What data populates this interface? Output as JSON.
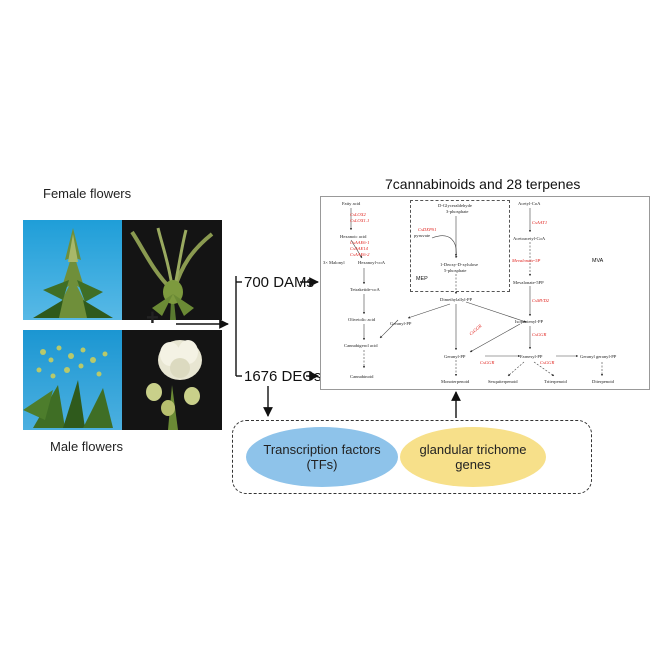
{
  "left": {
    "female_label": "Female flowers",
    "male_label": "Male flowers",
    "plus": "+"
  },
  "middle": {
    "dams": "700 DAMs",
    "degs": "1676 DEGs"
  },
  "pathway": {
    "title": "7cannabinoids and 28 terpenes",
    "mep": "MEP",
    "mva": "MVA",
    "nodes": {
      "fatty_acid": "Fatty acid",
      "hexanoic_acid": "Hexanoic acid",
      "malonyl": "3× Malonyl",
      "hexanoyl_coa": "Hexanoyl-coA",
      "tetraketide": "Tetraketide-coA",
      "olivetolic": "Olivetolic acid",
      "cannabigerol": "Cannabigerol acid",
      "cannabinoid": "Cannabinoid",
      "g3p_1": "D-Glyceraldehyde",
      "g3p_2": "3-phosphate",
      "pyruvate": "pyruvate",
      "dxp_1": "1-Deoxy-D-xylulose",
      "dxp_2": "5-phosphate",
      "dmapp": "Dimethylallyl-PP",
      "geranyl_pp_left": "Geranyl-PP",
      "geranyl_pp": "Geranyl-PP",
      "monoterpenoid": "Monoterpenoid",
      "acetyl_coa": "Acetyl-CoA",
      "acetoacetyl": "Acetoacetyl-CoA",
      "mevalonate_5pp": "Mevalonate-5PP",
      "ipp": "Isopentenyl-PP",
      "farnesyl_pp": "Farnesyl-PP",
      "ggpp": "Geranyl geranyl-PP",
      "sesquiterpenoid": "Sesquiterpenoid",
      "triterpenoid": "Triterpenoid",
      "diterpenoid": "Diterpenoid"
    },
    "genes": {
      "cslox2": "CsLOX2",
      "cslox1": "CsLOX1.1",
      "csaae1": "CsAAE6-1",
      "csaae14": "CsAAE14",
      "csaae2": "CsAAE6-2",
      "csdxps1": "CsDXPS1",
      "csaat1": "CsAAT1",
      "mevalonate_5p": "Mevalonate-5P",
      "csmvd2": "CsMVD2",
      "csggr_mid": "CsGGR",
      "csggr_left": "CsGGR",
      "csggr_right": "CsGGR",
      "csggr_far": "CsGGR"
    },
    "gene_color": "#e0201b"
  },
  "bottom": {
    "tf_line1": "Transcription factors",
    "tf_line2": "(TFs)",
    "gt_line1": "glandular trichome",
    "gt_line2": "genes",
    "tf_color": "#8ec3ea",
    "gt_color": "#f7e08a"
  }
}
